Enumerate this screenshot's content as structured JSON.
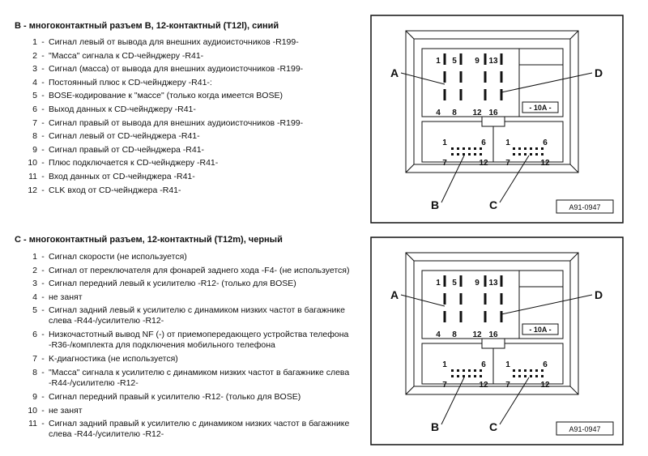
{
  "section_b": {
    "title": "B - многоконтактный разъем B, 12-контактный (T12l), синий",
    "pins": [
      {
        "num": "1",
        "desc": "Сигнал левый от вывода для внешних аудиоисточников -R199-"
      },
      {
        "num": "2",
        "desc": "\"Масса\" сигнала к CD-чейнджеру -R41-"
      },
      {
        "num": "3",
        "desc": "Сигнал (масса) от вывода для внешних аудиоисточников -R199-"
      },
      {
        "num": "4",
        "desc": "Постоянный плюс к CD-чейнджеру -R41-:"
      },
      {
        "num": "5",
        "desc": "BOSE-кодирование к \"массе\" (только когда имеется BOSE)"
      },
      {
        "num": "6",
        "desc": "Выход данных к CD-чейнджеру -R41-"
      },
      {
        "num": "7",
        "desc": "Сигнал правый от вывода для внешних аудиоисточников -R199-"
      },
      {
        "num": "8",
        "desc": "Сигнал левый от CD-чейнджера -R41-"
      },
      {
        "num": "9",
        "desc": "Сигнал правый от CD-чейнджера -R41-"
      },
      {
        "num": "10",
        "desc": "Плюс подключается к CD-чейнджеру -R41-"
      },
      {
        "num": "11",
        "desc": "Вход данных от CD-чейнджера -R41-"
      },
      {
        "num": "12",
        "desc": "CLK вход от CD-чейнджера -R41-"
      }
    ]
  },
  "section_c": {
    "title": "C - многоконтактный разъем, 12-контактный (T12m), черный",
    "pins": [
      {
        "num": "1",
        "desc": "Сигнал скорости (не используется)"
      },
      {
        "num": "2",
        "desc": "Сигнал от переключателя для фонарей заднего хода -F4- (не используется)"
      },
      {
        "num": "3",
        "desc": "Сигнал передний левый к усилителю -R12- (только для BOSE)"
      },
      {
        "num": "4",
        "desc": "не занят"
      },
      {
        "num": "5",
        "desc": "Сигнал задний левый к усилителю с динамиком низких частот в багажнике\nслева -R44-/усилителю -R12-"
      },
      {
        "num": "6",
        "desc": "Низкочастотный вывод NF (-) от приемопередающего устройства телефона\n-R36-/комплекта для подключения мобильного телефона"
      },
      {
        "num": "7",
        "desc": "K-диагностика (не используется)"
      },
      {
        "num": "8",
        "desc": "\"Масса\" сигнала к усилителю с динамиком низких частот в багажнике слева\n-R44-/усилителю -R12-"
      },
      {
        "num": "9",
        "desc": "Сигнал передний правый к усилителю -R12- (только для BOSE)"
      },
      {
        "num": "10",
        "desc": "не занят"
      },
      {
        "num": "11",
        "desc": "Сигнал задний правый к усилителю с динамиком низких частот в багажнике\nслева -R44-/усилителю -R12-"
      }
    ]
  },
  "connector": {
    "label_a": "A",
    "label_b": "B",
    "label_c": "C",
    "label_d": "D",
    "top_pins": [
      "1",
      "5",
      "9",
      "13"
    ],
    "bottom_pins": [
      "4",
      "8",
      "12",
      "16"
    ],
    "fuse_label": "- 10A -",
    "sub_b_top_left": "1",
    "sub_b_top_right": "6",
    "sub_b_bottom_left": "7",
    "sub_b_bottom_right": "12",
    "sub_c_top_left": "1",
    "sub_c_top_right": "6",
    "sub_c_bottom_left": "7",
    "sub_c_bottom_right": "12",
    "figure_id": "A91-0947"
  }
}
